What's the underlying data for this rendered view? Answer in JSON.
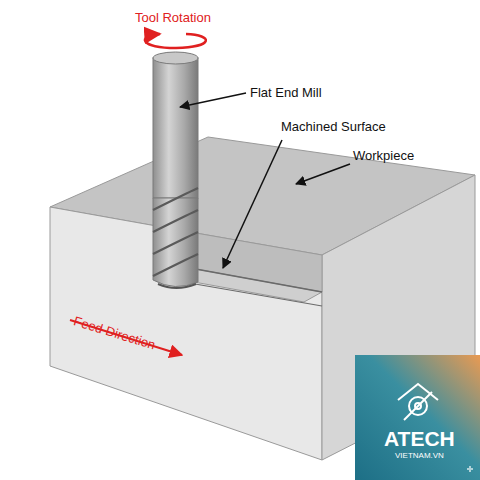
{
  "diagram": {
    "labels": [
      "Tool Rotation",
      "Flat End Mill",
      "Machined Surface",
      "Workpiece",
      "Feed Direction",
      "ATECH",
      "VIETNAM.VN"
    ]
  }
}
